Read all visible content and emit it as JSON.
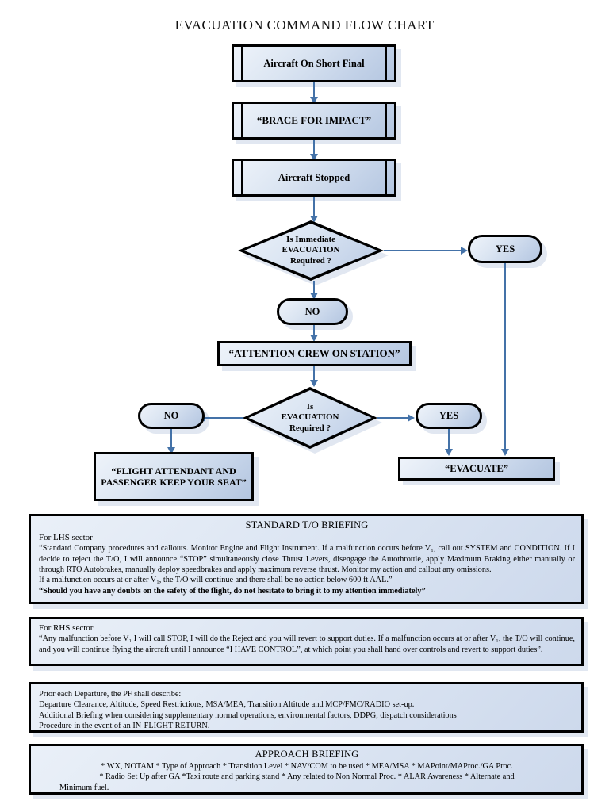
{
  "title": "EVACUATION COMMAND FLOW CHART",
  "flow": {
    "n1": "Aircraft On Short Final",
    "n2": "“BRACE FOR IMPACT”",
    "n3": "Aircraft Stopped",
    "d1_line1": "Is  Immediate",
    "d1_line2": "EVACUATION",
    "d1_line3": "Required ?",
    "yes1": "YES",
    "no1": "NO",
    "n4": "“ATTENTION CREW ON STATION”",
    "d2_line1": "Is",
    "d2_line2": "EVACUATION",
    "d2_line3": "Required ?",
    "no2": "NO",
    "yes2": "YES",
    "seat": "“FLIGHT ATTENDANT AND PASSENGER KEEP YOUR SEAT”",
    "evacuate": "“EVACUATE”"
  },
  "briefings": {
    "takeoff": {
      "heading": "STANDARD T/O  BRIEFING",
      "lhs_label": "For LHS sector",
      "lhs_body": "“Standard Company procedures and callouts. Monitor  Engine and  Flight Instrument. If a malfunction  occurs  before  V₁, call out SYSTEM  and  CONDITION.  If I decide  to  reject  the T/O,  I  will  announce  “STOP”   simultaneously  close   Thrust Levers, disengage  the Autothrottle, apply Maximum Braking  either  manually or through RTO Autobrakes, manually deploy speedbrakes and apply maximum reverse thrust. Monitor my action and callout any omissions.",
      "lhs_body2": "If a malfunction occurs at or after V₁, the T/O will continue and there shall be no action below 600 ft  AAL.”",
      "lhs_bold": "“Should you have any doubts on the safety of the flight, do not hesitate to bring it to my attention immediately”"
    },
    "rhs": {
      "label": "For RHS sector",
      "body": "“Any malfunction before V₁ I will call STOP, I will do the Reject and you will revert to support duties. If a malfunction occurs at or after V₁, the T/O will continue, and you will continue flying the aircraft until I announce “I HAVE CONTROL”, at which point you shall hand over controls and revert to support duties”."
    },
    "departure": {
      "line1": "Prior each Departure, the PF shall describe:",
      "line2": "Departure Clearance, Altitude, Speed Restrictions, MSA/MEA, Transition Altitude and MCP/FMC/RADIO set-up.",
      "line3": "Additional Briefing when considering supplementary normal operations, environmental factors, DDPG, dispatch considerations",
      "line4": "Procedure in the event of an IN-FLIGHT RETURN."
    },
    "approach": {
      "heading": "APPROACH BRIEFING",
      "line1": "* WX, NOTAM  * Type of Approach  * Transition Level  * NAV/COM to be used  * MEA/MSA  * MAPoint/MAProc./GA Proc.",
      "line2": "* Radio Set Up after GA  *Taxi route  and parking stand  * Any related to Non Normal Proc.   * ALAR Awareness  * Alternate and",
      "line3": "Minimum fuel."
    }
  },
  "colors": {
    "connector": "#4472a8",
    "node_border": "#000000",
    "node_fill_light": "#eef3fa",
    "node_fill_dark": "#b4c6e0",
    "background": "#ffffff"
  }
}
